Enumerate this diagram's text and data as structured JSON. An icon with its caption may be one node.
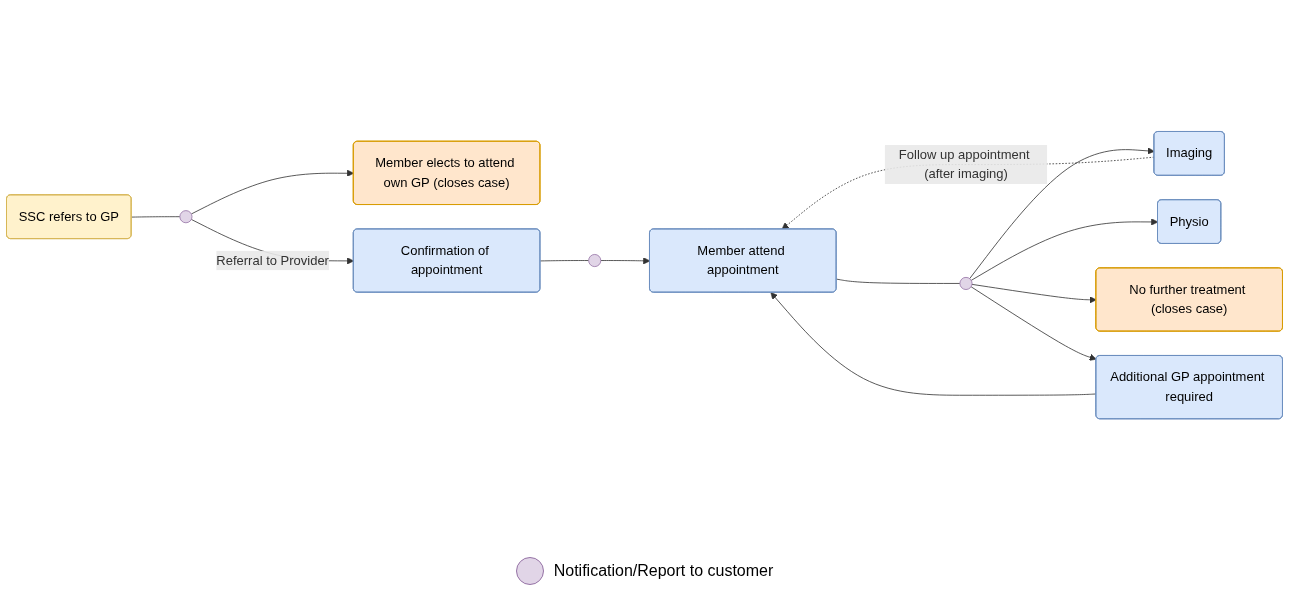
{
  "diagram": {
    "nodes": [
      {
        "text": [
          "SSC refers to GP"
        ]
      },
      {
        "text": [],
        "shape": "circle"
      },
      {
        "text": [
          "Member elects to attend own GP (closes case)"
        ]
      },
      {
        "text": [
          "Confirmation of appointment"
        ]
      },
      {
        "text": [],
        "shape": "circle"
      },
      {
        "text": [
          "Member attend appointment"
        ]
      },
      {
        "text": [],
        "shape": "circle"
      },
      {
        "text": [
          "Imaging"
        ]
      },
      {
        "text": [
          "Physio"
        ]
      },
      {
        "text": [
          "No further treatment (closes case)"
        ]
      },
      {
        "text": [
          "Additional GP appointment required"
        ]
      }
    ],
    "edges": [
      {
        "from": 0,
        "to": 1,
        "arrow": "none"
      },
      {
        "from": 1,
        "to": 2,
        "arrow": "to"
      },
      {
        "from": 1,
        "to": 3,
        "arrow": "to",
        "label": "Referral to Provider"
      },
      {
        "from": 3,
        "to": 4,
        "arrow": "none"
      },
      {
        "from": 4,
        "to": 5,
        "arrow": "to"
      },
      {
        "from": 5,
        "to": 6,
        "arrow": "none"
      },
      {
        "from": 6,
        "to": 7,
        "arrow": "to"
      },
      {
        "from": 6,
        "to": 8,
        "arrow": "to"
      },
      {
        "from": 6,
        "to": 9,
        "arrow": "to"
      },
      {
        "from": 6,
        "to": 10,
        "arrow": "to"
      },
      {
        "from": 7,
        "to": 5,
        "arrow": "to",
        "style": "dashed",
        "label": "Follow up appointment (after imaging)"
      },
      {
        "from": 10,
        "to": 5,
        "arrow": "to"
      }
    ],
    "legend": [
      {
        "text": "Notification/Report to customer"
      }
    ]
  }
}
